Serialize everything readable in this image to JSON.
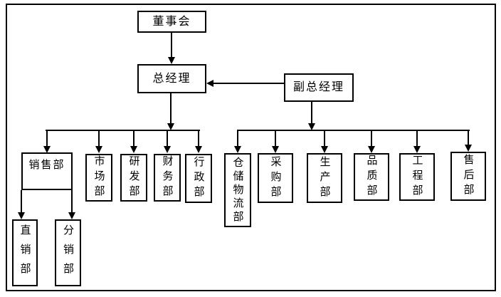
{
  "diagram_type": "organization-chart",
  "colors": {
    "background": "#ffffff",
    "line": "#000000",
    "box_border": "#000000",
    "text": "#000000"
  },
  "nodes": {
    "board": {
      "label": "董事会",
      "orientation": "horizontal"
    },
    "gm": {
      "label": "总经理",
      "orientation": "horizontal"
    },
    "dgm": {
      "label": "副总经理",
      "orientation": "horizontal"
    },
    "sales": {
      "label": "销售部",
      "orientation": "horizontal"
    },
    "market": {
      "label": "市场部",
      "orientation": "vertical"
    },
    "rnd": {
      "label": "研发部",
      "orientation": "vertical"
    },
    "finance": {
      "label": "财务部",
      "orientation": "vertical"
    },
    "admin": {
      "label": "行政部",
      "orientation": "vertical"
    },
    "warehouse": {
      "label": "仓储物流部",
      "orientation": "vertical"
    },
    "purchase": {
      "label": "采购部",
      "orientation": "vertical"
    },
    "production": {
      "label": "生产部",
      "orientation": "vertical"
    },
    "quality": {
      "label": "品质部",
      "orientation": "vertical"
    },
    "engineering": {
      "label": "工程部",
      "orientation": "vertical"
    },
    "aftersales": {
      "label": "售后部",
      "orientation": "vertical"
    },
    "direct": {
      "label": "直销部",
      "orientation": "vertical"
    },
    "distribution": {
      "label": "分销部",
      "orientation": "vertical"
    }
  },
  "edges": [
    {
      "from": "董事会",
      "to": "总经理"
    },
    {
      "from": "副总经理",
      "to": "总经理"
    },
    {
      "from": "总经理",
      "to": "销售部、市场部、研发部、财务部、行政部"
    },
    {
      "from": "副总经理",
      "to": "仓储物流部、采购部、生产部、品质部、工程部、售后部"
    },
    {
      "from": "销售部",
      "to": "直销部、分销部"
    }
  ]
}
